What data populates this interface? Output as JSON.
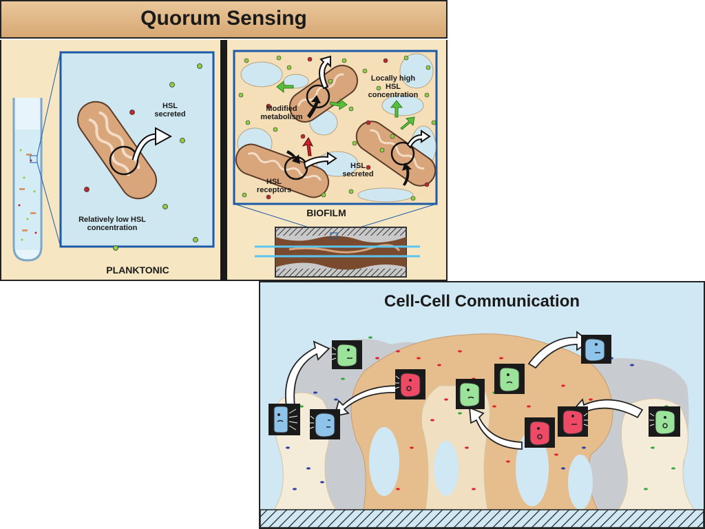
{
  "quorum": {
    "title": "Quorum Sensing",
    "planktonic": {
      "panel_label": "PLANKTONIC",
      "hsl_secreted": "HSL secreted",
      "low_concentration": "Relatively low HSL concentration"
    },
    "biofilm": {
      "panel_label": "BIOFILM",
      "modified_metabolism": "Modified metabolism",
      "locally_high": "Locally high HSL concentration",
      "hsl_receptors": "HSL receptors",
      "hsl_secreted": "HSL secreted"
    }
  },
  "communication": {
    "title": "Cell-Cell Communication"
  },
  "colors": {
    "hsl_green": "#8ccf3f",
    "hsl_red": "#c0262c",
    "arrow_green": "#58c03a",
    "cell_blue": "#8fc4ea",
    "cell_green": "#9be39b",
    "cell_red": "#ee4a66",
    "biofilm_tan": "#e3b98a",
    "background_blue": "#cfe8f3"
  }
}
